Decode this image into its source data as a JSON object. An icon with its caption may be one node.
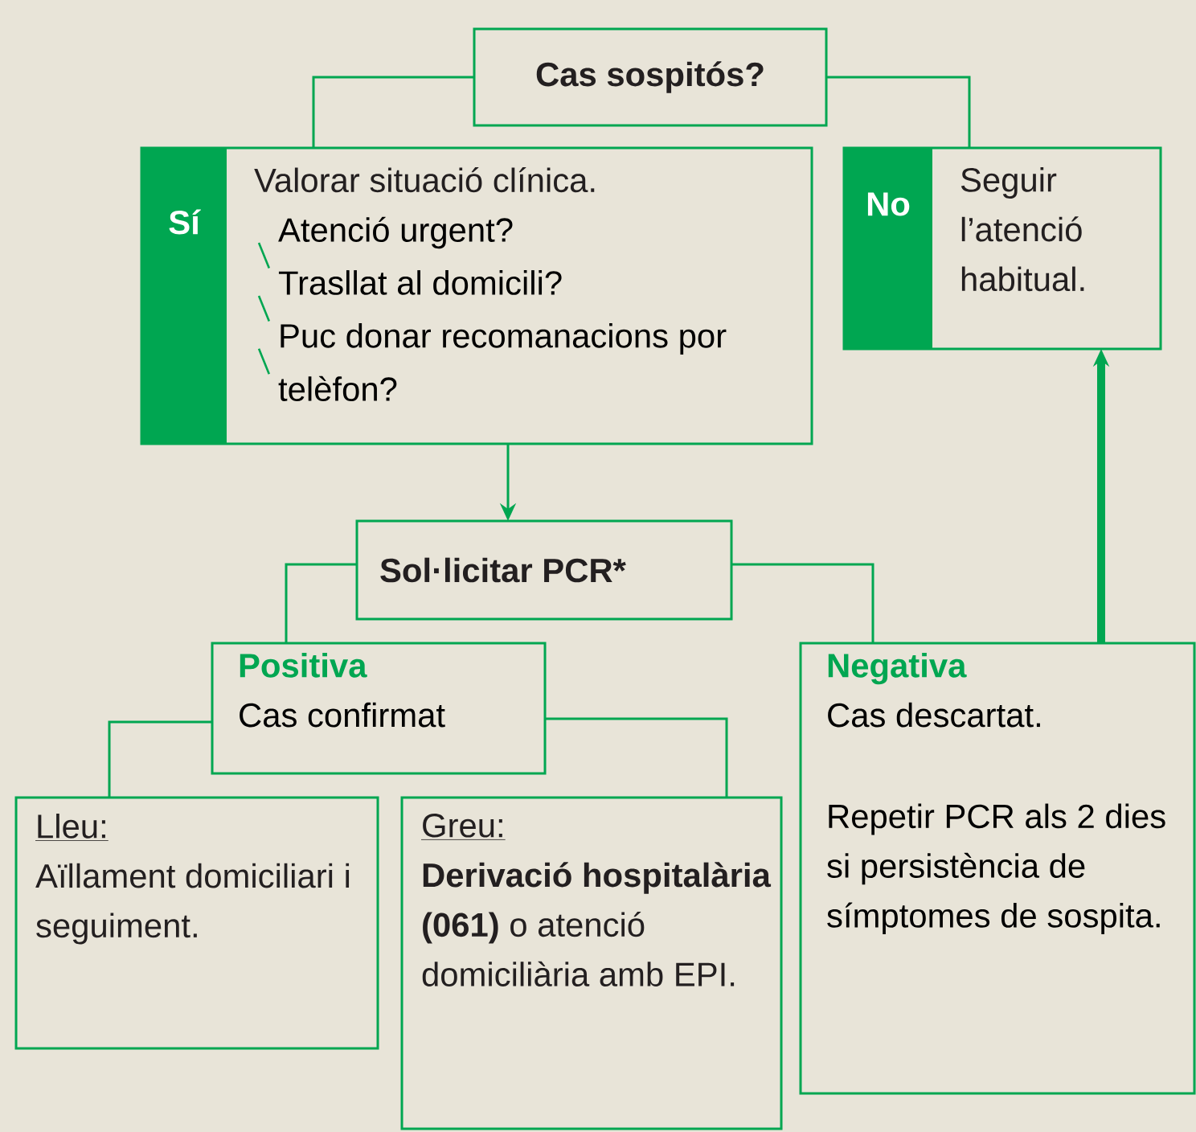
{
  "diagram": {
    "nodes": [
      {
        "text": [
          "Cas sospitós?"
        ]
      },
      {
        "text": [
          "Sí",
          "Valorar situació clínica.",
          "Atenció urgent?",
          "Trasllat al domicili?",
          "Puc donar recomanacions por telèfon?"
        ]
      },
      {
        "text": [
          "No",
          "Seguir l’atenció habitual."
        ]
      },
      {
        "text": [
          "Sol·licitar PCR*"
        ]
      },
      {
        "text": [
          "Positiva",
          "Cas confirmat"
        ]
      },
      {
        "text": [
          "Negativa",
          "Cas descartat.",
          "Repetir PCR als 2 dies si persistència de símptomes de sospita."
        ]
      },
      {
        "text": [
          "Lleu:",
          "Aïllament domiciliari i seguiment."
        ]
      },
      {
        "text": [
          "Greu:",
          "**Derivació hospitalària (061)** o atenció domiciliària amb EPI."
        ]
      }
    ],
    "edges": [
      {
        "from": 0,
        "to": 1,
        "arrow": "none"
      },
      {
        "from": 0,
        "to": 2,
        "arrow": "none"
      },
      {
        "from": 1,
        "to": 3,
        "arrow": "to"
      },
      {
        "from": 3,
        "to": 4,
        "arrow": "none"
      },
      {
        "from": 3,
        "to": 5,
        "arrow": "none"
      },
      {
        "from": 4,
        "to": 6,
        "arrow": "none"
      },
      {
        "from": 4,
        "to": 7,
        "arrow": "none"
      },
      {
        "from": 5,
        "to": 2,
        "arrow": "to",
        "style": "thick"
      }
    ]
  }
}
